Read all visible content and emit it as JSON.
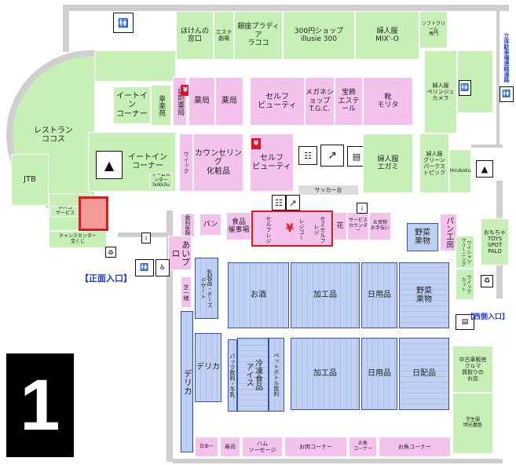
{
  "floor_number": "1",
  "entrances": {
    "main": "【正面入口】",
    "west": "【西側入口】",
    "parking": "立体駐車場連絡通路"
  },
  "top_row": {
    "insurance": "ほけんの\n窓口",
    "esthe": "エステ\n劇場",
    "ginza": "銀座プラディア\nラココ",
    "illusie": "300円ショップ\nillusie 300",
    "mixo": "婦人服\nMIX'-O",
    "small_top_right": "ソフトクリーム\n専門"
  },
  "left_area": {
    "restaurant": "レストラン\nココス",
    "jtb": "JTB",
    "eatin1": "イートイン\nコーナー",
    "kourakuen": "幸楽苑",
    "eatin2": "イートイン\nコーナー",
    "tabaco": "タバコ\nサービス",
    "chance": "チャンスセンター\n宝くじ",
    "dry": "ウイック",
    "sweets": "ゲームセンター\nhokkilu"
  },
  "middle_row1": {
    "dispensing": "調剤薬局",
    "pharmacy1": "薬局",
    "pharmacy2": "薬局",
    "selfbeauty1": "セルフ\nビューティ",
    "tgc": "メガネショップ\nT.G.C.",
    "esthetics": "宝飾\nエステール",
    "morita": "靴\nモリタ",
    "perinju": "婦人服\nペリンジュ\nカメラ"
  },
  "middle_row2": {
    "counseling": "カウンセリング\n化粧品",
    "selfbeauty2": "セルフ\nビューティ",
    "egami": "婦人服\nエガミ",
    "green": "婦人服\nグリーン\nパークス\nトピック",
    "hiruboku": "Hiruboku",
    "soccer": "サッカー台"
  },
  "store_front": {
    "dental": "歯科医院",
    "bread": "パン",
    "food_table": "食品\n催事場",
    "selfregi": "セルフレジ",
    "register": "レジゴー",
    "semiself": "セミセルフ\nレジ",
    "flowers": "花",
    "service": "サービス\nカウンター",
    "okaimono": "お買物\nお手伝い",
    "bakery": "パン工房",
    "aipro": "あいプロ",
    "shiba": "芝一緒",
    "dry_clean": "ワイシャツ\nクリーニング",
    "dry_clean2": "ウイック\nカット",
    "toys": "おもちゃ\nTOYS\nSPOT\nPALO"
  },
  "sales_floor": {
    "deli": "デリカ",
    "delicatessen": "乳製品・チーズ\nデザート",
    "sake": "お酒",
    "processed1": "加工品",
    "daily1": "日用品",
    "produce1": "野菜\n果物",
    "produce_top": "野菜\n果物",
    "deli2": "デリカ",
    "dairy": "パック飲料・牛乳",
    "frozen": "冷凍食品\nアイス",
    "pet": "ペットボトル飲料",
    "processed2": "加工品",
    "daily2": "日用品",
    "daily_goods": "日配品",
    "used_car": "中古車販売\nクルマ\n買取りの\nお店",
    "uniform": "学生服\n明光義塾"
  },
  "bottom_row": {
    "nihon": "日本一",
    "sushi": "寿司",
    "ham": "ハム\nソーセージ",
    "meat": "お肉コーナー",
    "fish": "お魚\nコーナー",
    "fish2": "お魚コーナー"
  }
}
